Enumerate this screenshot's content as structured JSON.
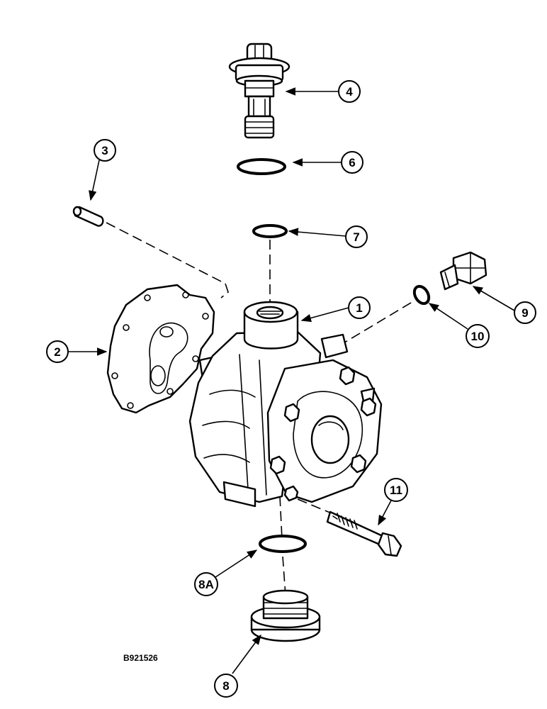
{
  "figure": {
    "reference_code": "B921526"
  },
  "callouts": [
    {
      "id": "c1",
      "label": "1"
    },
    {
      "id": "c2",
      "label": "2"
    },
    {
      "id": "c3",
      "label": "3"
    },
    {
      "id": "c4",
      "label": "4"
    },
    {
      "id": "c6",
      "label": "6"
    },
    {
      "id": "c7",
      "label": "7"
    },
    {
      "id": "c8",
      "label": "8"
    },
    {
      "id": "c8a",
      "label": "8A"
    },
    {
      "id": "c9",
      "label": "9"
    },
    {
      "id": "c10",
      "label": "10"
    },
    {
      "id": "c11",
      "label": "11"
    }
  ],
  "colors": {
    "ink": "#000000",
    "paper": "#ffffff"
  }
}
